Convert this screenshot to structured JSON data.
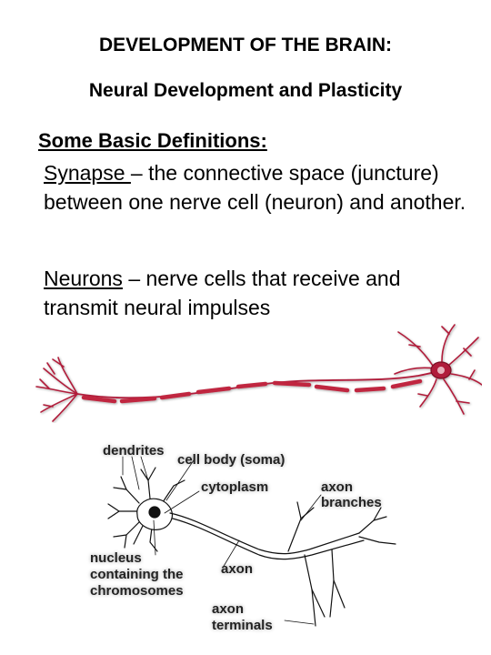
{
  "title": "DEVELOPMENT OF THE BRAIN:",
  "subtitle": "Neural Development and Plasticity",
  "heading": "Some Basic Definitions:",
  "definitions": [
    {
      "term": "Synapse ",
      "text": "– the connective space (juncture) between one nerve cell (neuron) and another."
    },
    {
      "term": "Neurons",
      "text": " – nerve cells that receive and transmit neural impulses"
    }
  ],
  "diagram": {
    "labels": {
      "dendrites": "dendrites",
      "cell_body": "cell body (soma)",
      "cytoplasm": "cytoplasm",
      "axon_branches_1": "axon",
      "axon_branches_2": "branches",
      "nucleus_1": "nucleus",
      "nucleus_2": "containing the",
      "nucleus_3": "chromosomes",
      "axon": "axon",
      "axon_terminals_1": "axon",
      "axon_terminals_2": "terminals"
    }
  },
  "colors": {
    "neuron_red": "#b01e3a",
    "myelin": "#c0283f"
  }
}
